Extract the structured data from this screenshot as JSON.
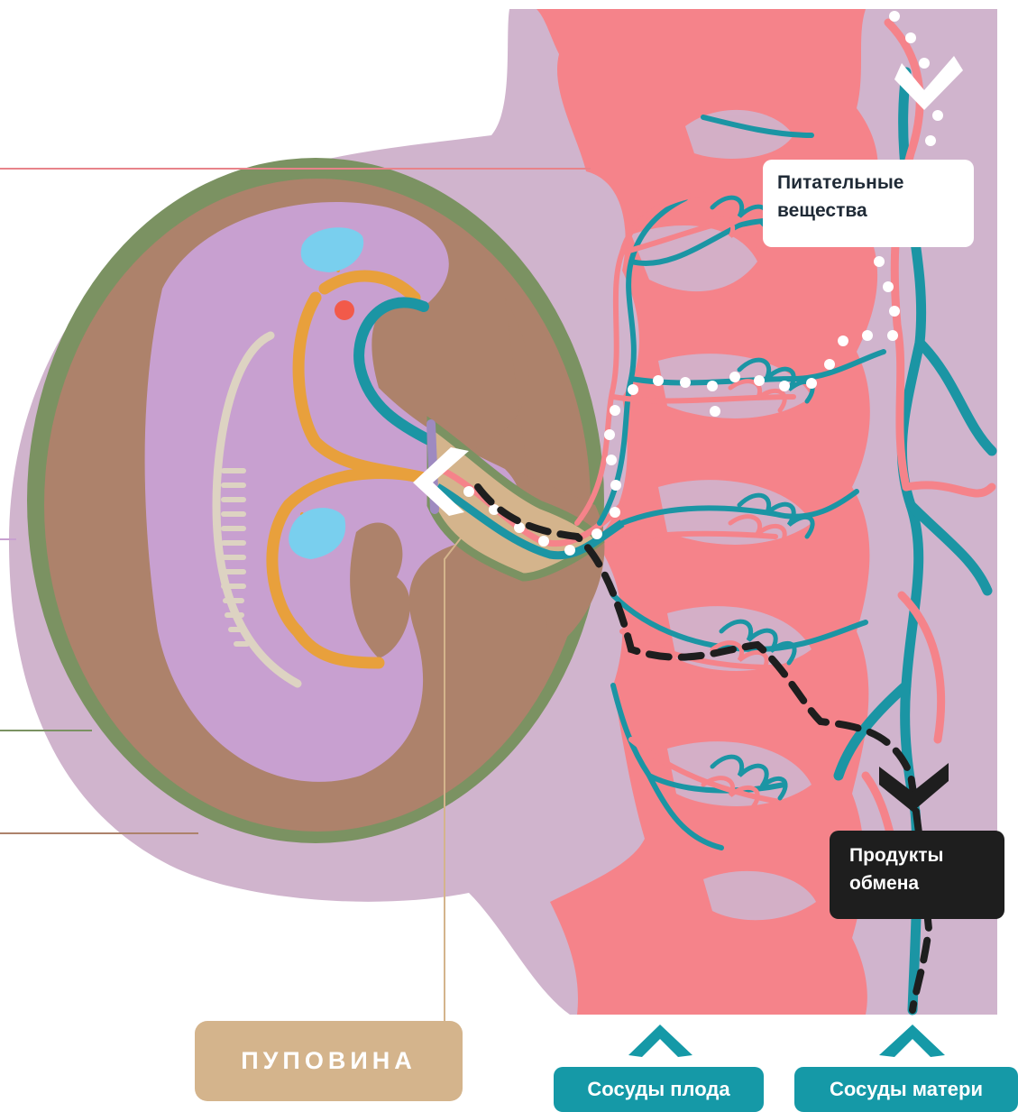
{
  "callouts": {
    "nutrients": [
      "Питательные",
      "вещества"
    ],
    "waste": [
      "Продукты",
      "обмена"
    ]
  },
  "labels": {
    "umbilical_cord": "ПУПОВИНА",
    "fetal_vessels": "Сосуды плода",
    "maternal_vessels": "Сосуды матери"
  },
  "colors": {
    "background": "#ffffff",
    "uterus": "#d0b4cd",
    "chorion": "#7b9262",
    "embryo_body": "#ad826b",
    "amnion": "#c8a0d0",
    "placenta_blood": "#f5838a",
    "fetal_vessel": "#1b95a4",
    "maternal_vessel": "#f5838a",
    "organ_orange": "#e8a03c",
    "organ_blue": "#79cfee",
    "cord": "#d4b48c",
    "callout_dark": "#1e1e1e"
  },
  "icons": {
    "flow_up_arrow": "chevron-up-icon",
    "flow_down_arrow": "chevron-down-icon",
    "flow_left_arrow": "chevron-left-icon"
  }
}
